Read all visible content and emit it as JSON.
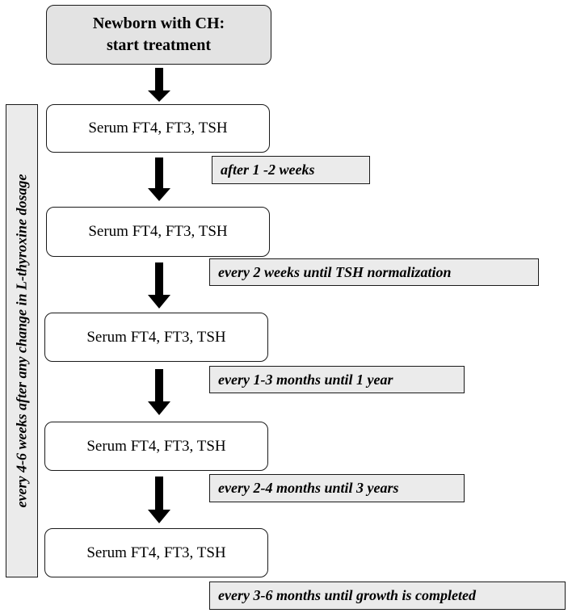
{
  "start": {
    "line1": "Newborn with CH:",
    "line2": "start treatment"
  },
  "steps": [
    {
      "text": "Serum FT4, FT3, TSH"
    },
    {
      "text": "Serum FT4, FT3, TSH"
    },
    {
      "text": "Serum FT4, FT3, TSH"
    },
    {
      "text": "Serum FT4, FT3, TSH"
    },
    {
      "text": "Serum FT4, FT3, TSH"
    }
  ],
  "intervals": [
    {
      "text": "after 1 -2 weeks"
    },
    {
      "text": "every  2 weeks until TSH normalization"
    },
    {
      "text": "every  1-3 months until 1 year"
    },
    {
      "text": "every  2-4 months until 3 years"
    },
    {
      "text": "every  3-6 months until growth is completed"
    }
  ],
  "side_label": "every 4-6 weeks after any change in L-thyroxine dosage"
}
